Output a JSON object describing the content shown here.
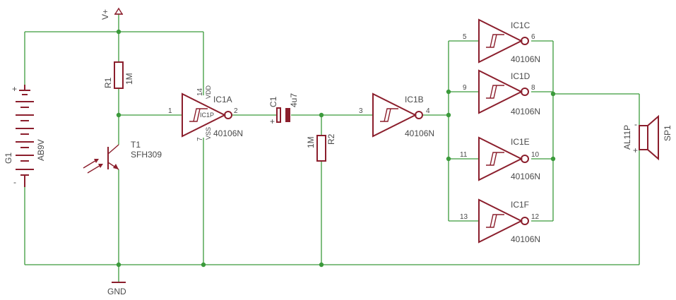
{
  "supply": {
    "label": "V+",
    "ground": "GND"
  },
  "battery": {
    "ref": "G1",
    "value": "AB9V",
    "plus": "+",
    "minus": "-"
  },
  "resistors": [
    {
      "ref": "R1",
      "value": "1M"
    },
    {
      "ref": "R2",
      "value": "1M"
    }
  ],
  "transistor": {
    "ref": "T1",
    "value": "SFH309"
  },
  "capacitor": {
    "ref": "C1",
    "value": "4u7",
    "plus": "+"
  },
  "speaker": {
    "ref": "SP1",
    "value": "AL11P",
    "plus": "+",
    "minus": "-"
  },
  "gates": [
    {
      "ref": "IC1A",
      "part": "40106N",
      "in_pin": "1",
      "out_pin": "2"
    },
    {
      "ref": "IC1B",
      "part": "40106N",
      "in_pin": "3",
      "out_pin": "4"
    },
    {
      "ref": "IC1C",
      "part": "40106N",
      "in_pin": "5",
      "out_pin": "6"
    },
    {
      "ref": "IC1D",
      "part": "40106N",
      "in_pin": "9",
      "out_pin": "8"
    },
    {
      "ref": "IC1E",
      "part": "40106N",
      "in_pin": "11",
      "out_pin": "10"
    },
    {
      "ref": "IC1F",
      "part": "40106N",
      "in_pin": "13",
      "out_pin": "12"
    }
  ],
  "power_pins": {
    "vdd": "VDD",
    "vss": "VSS",
    "vdd_pin": "14",
    "vss_pin": "7",
    "unit": "IC1P"
  },
  "colors": {
    "wire": "#3b9a3b",
    "component": "#8b1e2c",
    "text": "#4a4a4a"
  }
}
